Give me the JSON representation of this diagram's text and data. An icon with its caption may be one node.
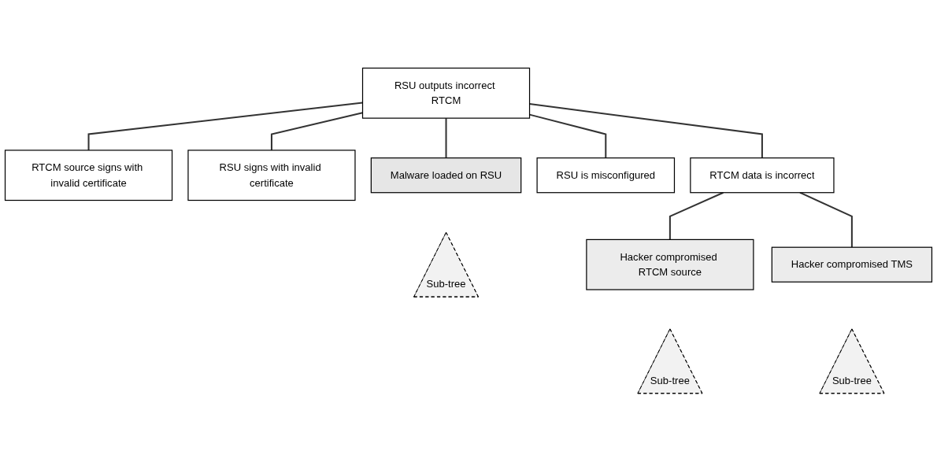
{
  "diagram": {
    "nodes": [
      {
        "text": [
          "RSU outputs incorrect RTCM"
        ]
      },
      {
        "text": [
          "RTCM source signs with invalid certificate"
        ]
      },
      {
        "text": [
          "RSU signs with invalid certificate"
        ]
      },
      {
        "text": [
          "Malware loaded on RSU"
        ]
      },
      {
        "text": [
          "RSU is misconfigured"
        ]
      },
      {
        "text": [
          "RTCM data is incorrect"
        ]
      },
      {
        "text": [
          "Sub-tree"
        ]
      },
      {
        "text": [
          "Hacker compromised RTCM source"
        ]
      },
      {
        "text": [
          "Hacker compromised TMS"
        ]
      },
      {
        "text": [
          "Sub-tree"
        ]
      },
      {
        "text": [
          "Sub-tree"
        ]
      }
    ],
    "edges": [
      {
        "from": 0,
        "to": 1,
        "arrow": "none"
      },
      {
        "from": 0,
        "to": 2,
        "arrow": "none"
      },
      {
        "from": 0,
        "to": 3,
        "arrow": "none"
      },
      {
        "from": 0,
        "to": 4,
        "arrow": "none"
      },
      {
        "from": 0,
        "to": 5,
        "arrow": "none"
      },
      {
        "from": 5,
        "to": 7,
        "arrow": "none"
      },
      {
        "from": 5,
        "to": 8,
        "arrow": "none"
      }
    ]
  }
}
